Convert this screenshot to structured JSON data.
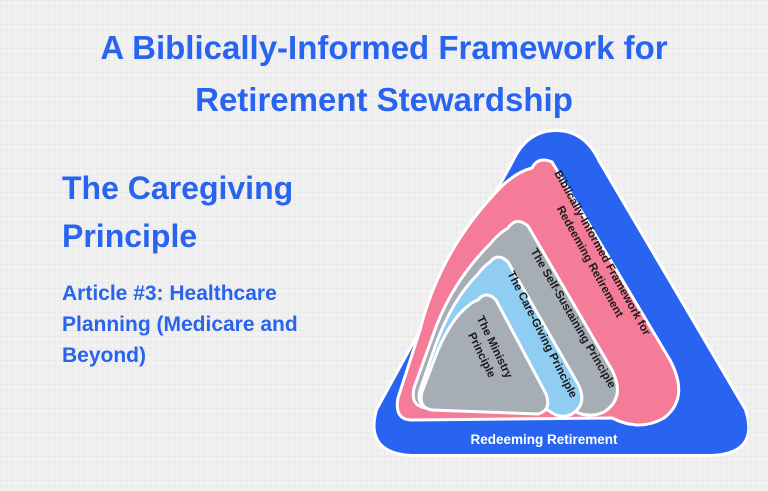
{
  "header": {
    "title_line1": "A Biblically-Informed Framework for",
    "title_line2": "Retirement Stewardship"
  },
  "section": {
    "heading_line1": "The Caregiving",
    "heading_line2": "Principle"
  },
  "article": {
    "line1": "Article #3: Healthcare",
    "line2": "Planning (Medicare and",
    "line3": "Beyond)"
  },
  "diagram": {
    "outer_label": "Redeeming Retirement",
    "layers": [
      {
        "line1": "Biblically-Informed Framework for",
        "line2": "Redeeming Retirement",
        "color": "#f47c98"
      },
      {
        "line1": "The Self-Sustaining Principle",
        "color": "#a6adb5"
      },
      {
        "line1": "The Care-Giving Principle",
        "color": "#8fcdf3"
      },
      {
        "line1": "The Ministry",
        "line2": "Principle",
        "color": "#a6adb5"
      }
    ],
    "outer_color": "#2864f0"
  }
}
